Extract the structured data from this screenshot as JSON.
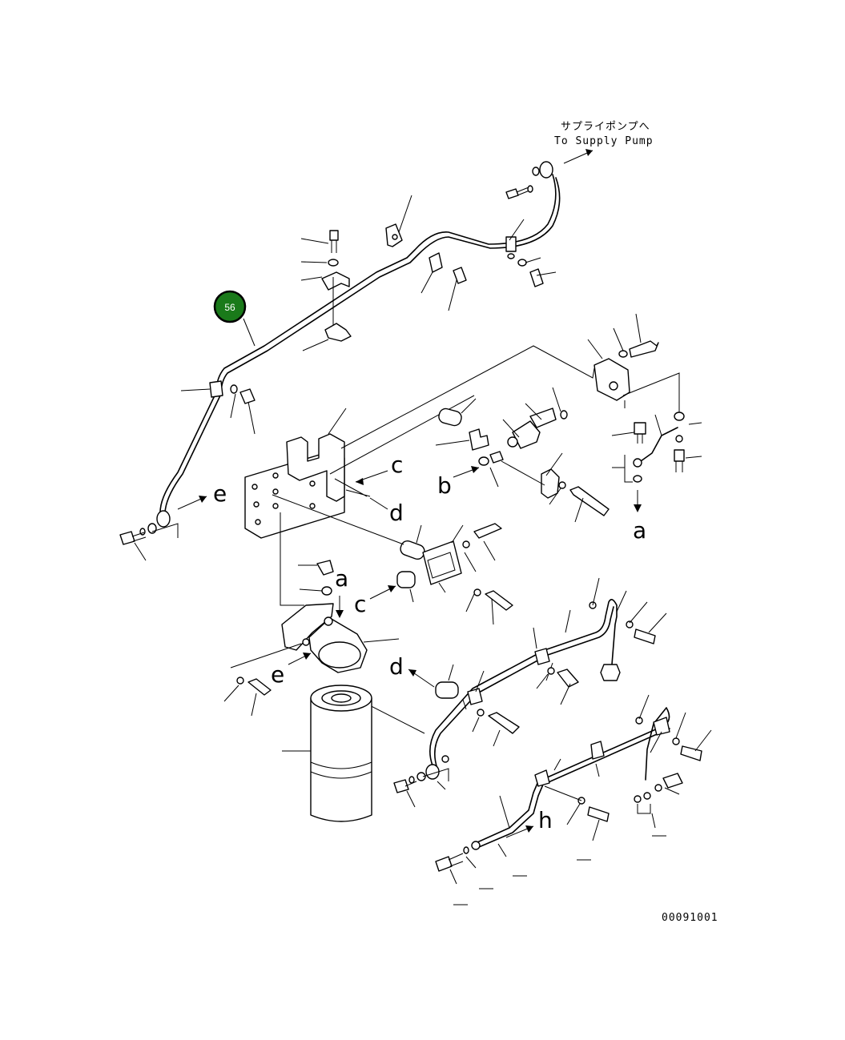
{
  "destination_note": {
    "jp": "サプライポンプへ",
    "en": "To Supply Pump"
  },
  "callout_badge": {
    "number": "56",
    "color": "#1a7a1a"
  },
  "view_letters": {
    "a": "a",
    "b": "b",
    "c": "c",
    "d": "d",
    "e": "e",
    "h": "h"
  },
  "drawing_number": "00091001"
}
